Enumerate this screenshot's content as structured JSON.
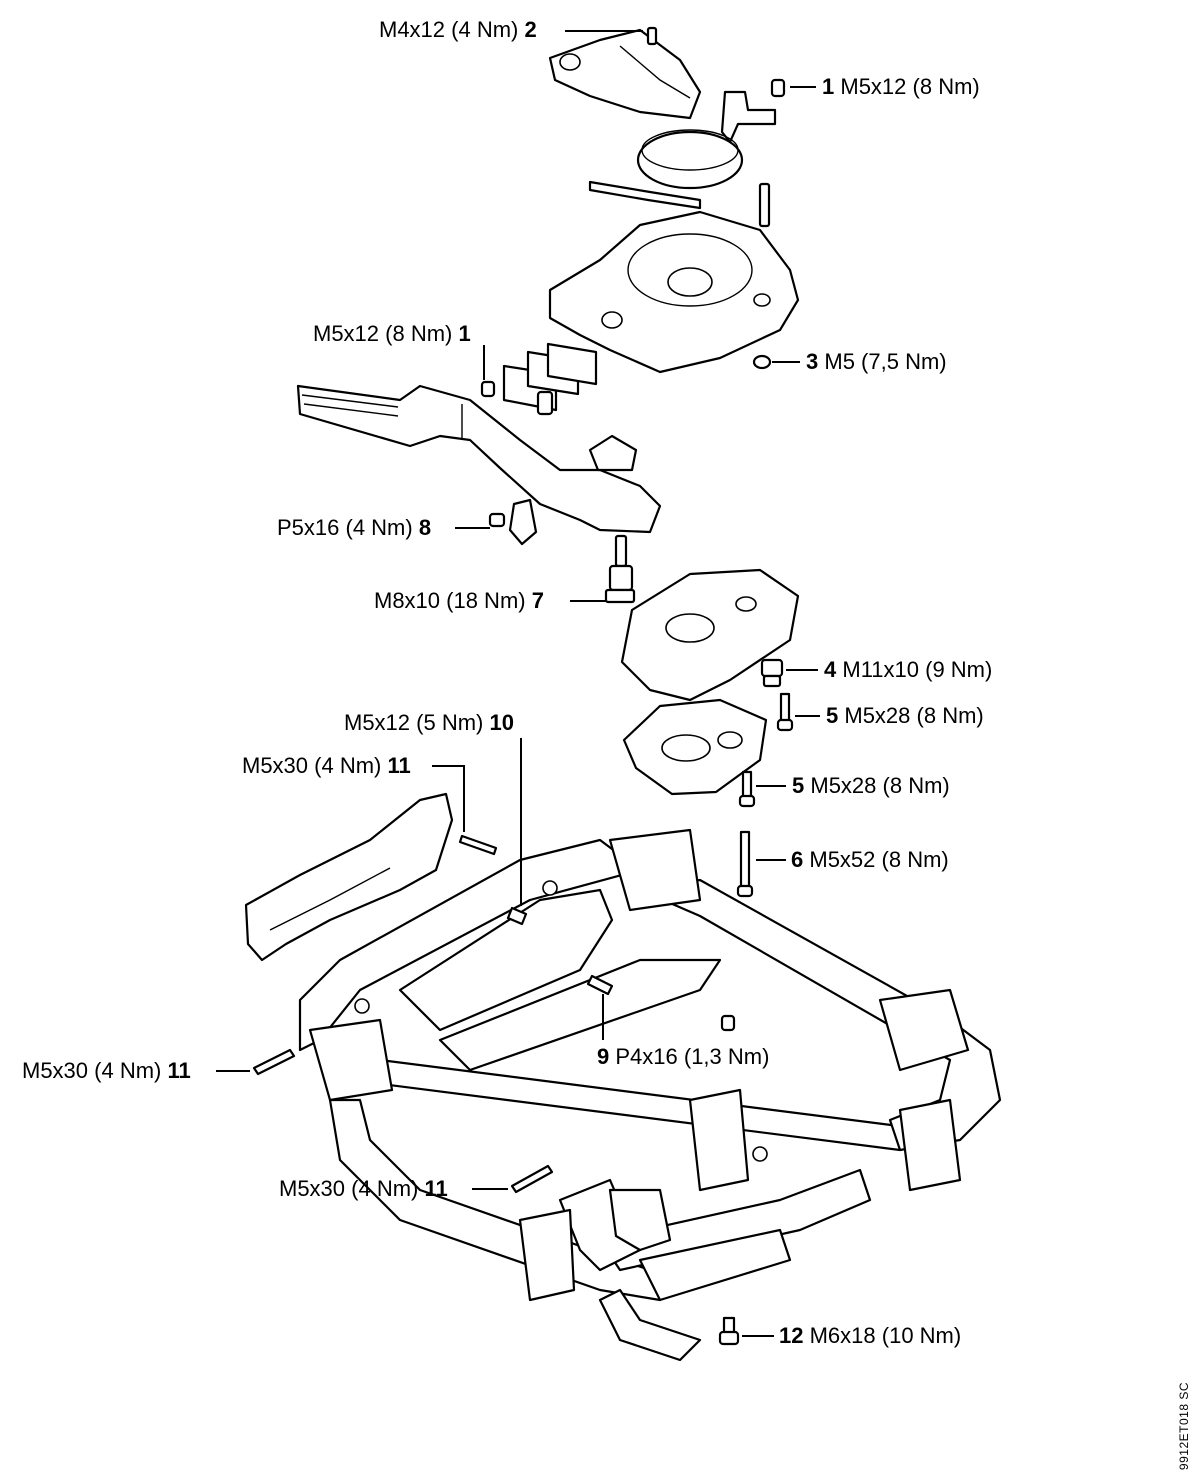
{
  "reference_code": "9912ET018 SC",
  "callouts": [
    {
      "number": "2",
      "spec": "M4x12 (4 Nm)",
      "number_side": "right"
    },
    {
      "number": "1",
      "spec": "M5x12 (8 Nm)",
      "number_side": "left"
    },
    {
      "number": "1",
      "spec": "M5x12 (8 Nm)",
      "number_side": "right"
    },
    {
      "number": "3",
      "spec": "M5 (7,5 Nm)",
      "number_side": "left"
    },
    {
      "number": "8",
      "spec": "P5x16 (4 Nm)",
      "number_side": "right"
    },
    {
      "number": "7",
      "spec": "M8x10 (18 Nm)",
      "number_side": "right"
    },
    {
      "number": "4",
      "spec": "M11x10 (9 Nm)",
      "number_side": "left"
    },
    {
      "number": "5",
      "spec": "M5x28 (8 Nm)",
      "number_side": "left"
    },
    {
      "number": "10",
      "spec": "M5x12 (5 Nm)",
      "number_side": "right"
    },
    {
      "number": "11",
      "spec": "M5x30 (4 Nm)",
      "number_side": "right"
    },
    {
      "number": "5",
      "spec": "M5x28 (8 Nm)",
      "number_side": "left"
    },
    {
      "number": "6",
      "spec": "M5x52 (8 Nm)",
      "number_side": "left"
    },
    {
      "number": "9",
      "spec": "P4x16 (1,3 Nm)",
      "number_side": "left"
    },
    {
      "number": "11",
      "spec": "M5x30 (4 Nm)",
      "number_side": "right"
    },
    {
      "number": "11",
      "spec": "M5x30 (4 Nm)",
      "number_side": "right"
    },
    {
      "number": "12",
      "spec": "M6x18 (10 Nm)",
      "number_side": "left"
    }
  ]
}
